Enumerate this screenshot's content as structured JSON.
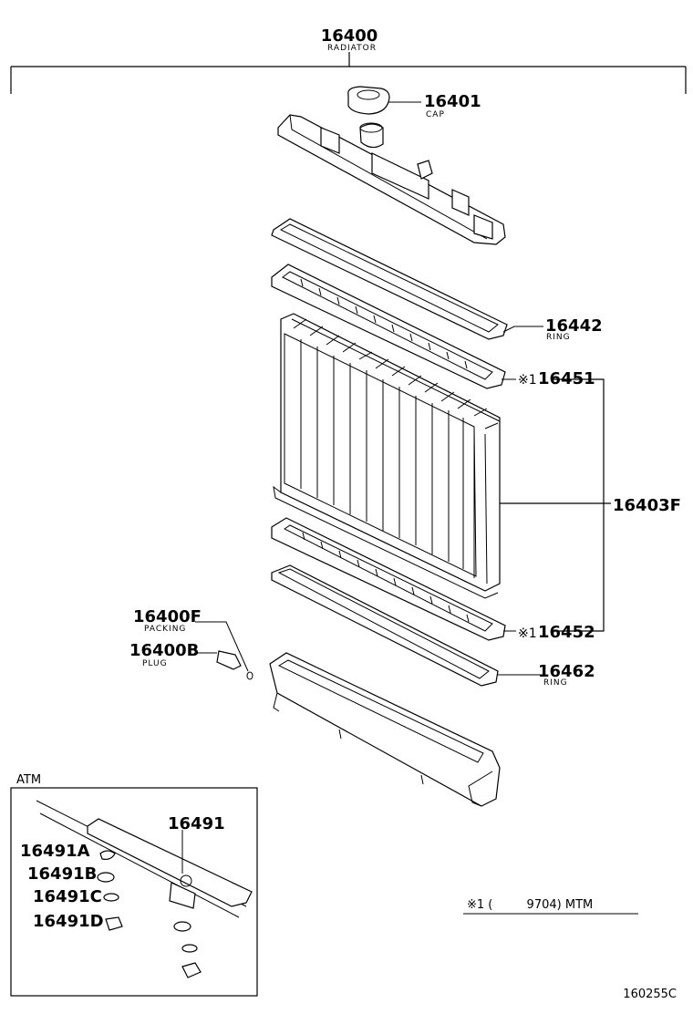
{
  "diagram": {
    "top_assembly": {
      "number": "16400",
      "name": "RADIATOR"
    },
    "callouts": [
      {
        "id": "cap",
        "number": "16401",
        "name": "CAP"
      },
      {
        "id": "upper-ring",
        "number": "16442",
        "name": "RING"
      },
      {
        "id": "upper-tank-gasket",
        "number": "16451",
        "prefix": "※1"
      },
      {
        "id": "core",
        "number": "16403F"
      },
      {
        "id": "lower-tank-gasket",
        "number": "16452",
        "prefix": "※1"
      },
      {
        "id": "lower-ring",
        "number": "16462",
        "name": "RING"
      },
      {
        "id": "drain-packing",
        "number": "16400F",
        "name": "PACKING"
      },
      {
        "id": "drain-plug",
        "number": "16400B",
        "name": "PLUG"
      }
    ],
    "atm": {
      "label": "ATM",
      "parts": [
        {
          "id": "atm-16491",
          "number": "16491"
        },
        {
          "id": "atm-16491a",
          "number": "16491A"
        },
        {
          "id": "atm-16491b",
          "number": "16491B"
        },
        {
          "id": "atm-16491c",
          "number": "16491C"
        },
        {
          "id": "atm-16491d",
          "number": "16491D"
        }
      ]
    },
    "footnote": "※1 (         9704) MTM",
    "figure_code": "160255C"
  }
}
